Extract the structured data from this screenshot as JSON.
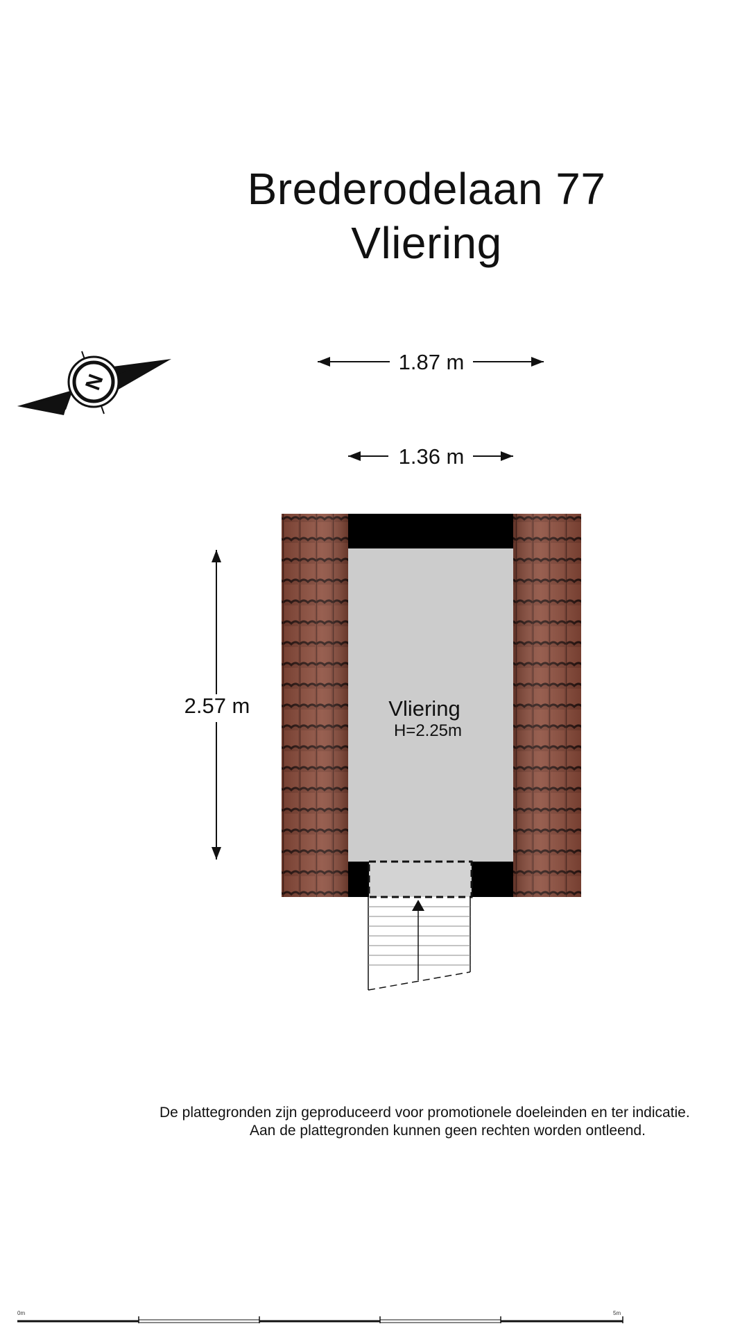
{
  "title": {
    "line1": "Brederodelaan 77",
    "line2": "Vliering"
  },
  "dimensions": {
    "outer_width": "1.87 m",
    "inner_width": "1.36 m",
    "depth": "2.57 m"
  },
  "room": {
    "name": "Vliering",
    "height": "H=2.25m"
  },
  "compass": {
    "label": "N"
  },
  "disclaimer": {
    "line1": "De plattegronden zijn geproduceerd voor promotionele doeleinden en ter indicatie.",
    "line2": "Aan de plattegronden kunnen geen rechten worden ontleend."
  },
  "scale_bar": {
    "start_label": "0m",
    "end_label": "5m"
  },
  "colors": {
    "roof_tile": "#7a3f30",
    "floor": "#cccccc",
    "wall": "#000000"
  }
}
